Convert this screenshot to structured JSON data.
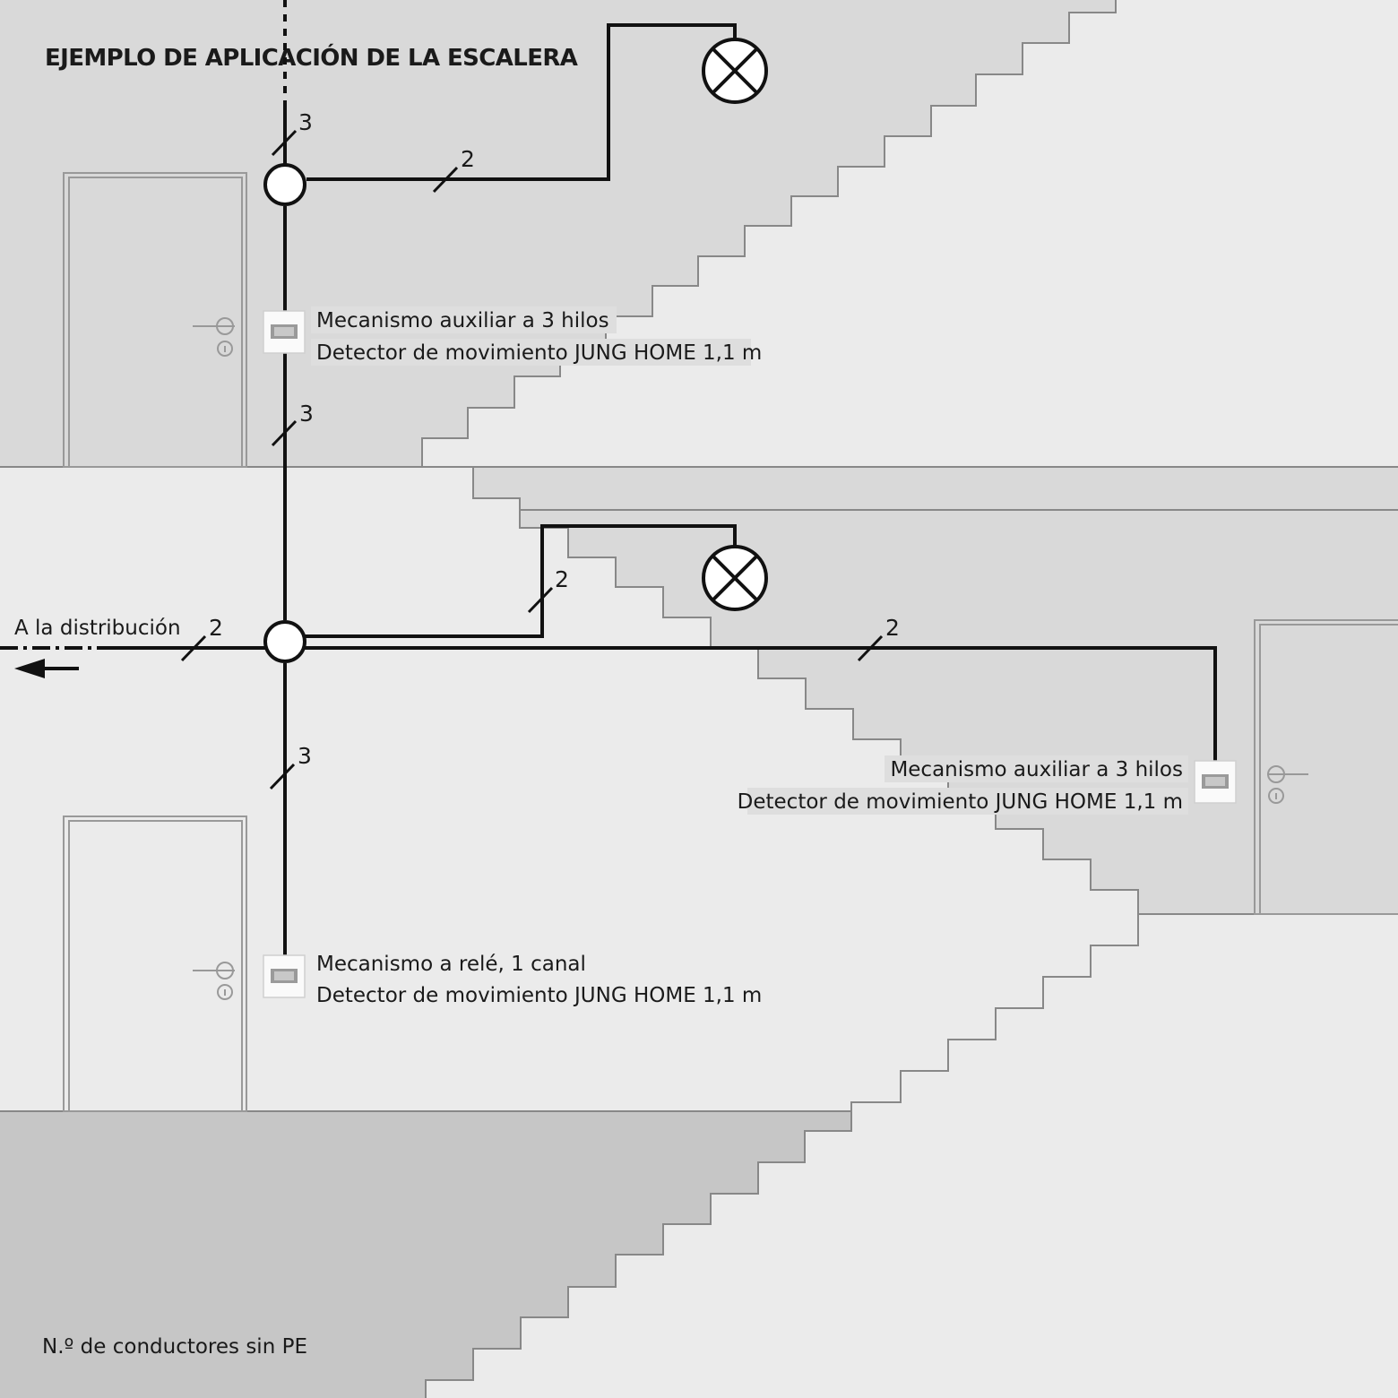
{
  "title": "EJEMPLO DE APLICACIÓN DE LA ESCALERA",
  "footer": "N.º de conductores sin PE",
  "distribution_label": "A la distribución",
  "devices": {
    "upper": {
      "line1": "Mecanismo auxiliar a 3 hilos",
      "line2": "Detector de movimiento JUNG HOME 1,1 m"
    },
    "right": {
      "line1": "Mecanismo auxiliar a 3 hilos",
      "line2": "Detector de movimiento JUNG HOME 1,1 m"
    },
    "lower": {
      "line1": "Mecanismo a relé, 1 canal",
      "line2": "Detector de movimiento JUNG HOME 1,1 m"
    }
  },
  "conductor_counts": {
    "riser_top": "3",
    "to_lamp_upper": "2",
    "riser_upper": "3",
    "to_lamp_lower": "2",
    "to_distribution": "2",
    "to_right_device": "2",
    "riser_lower": "3"
  },
  "colors": {
    "background": "#ebebeb",
    "upper_floor": "#d9d9d9",
    "basement": "#c6c6c6",
    "wire": "#111111"
  }
}
